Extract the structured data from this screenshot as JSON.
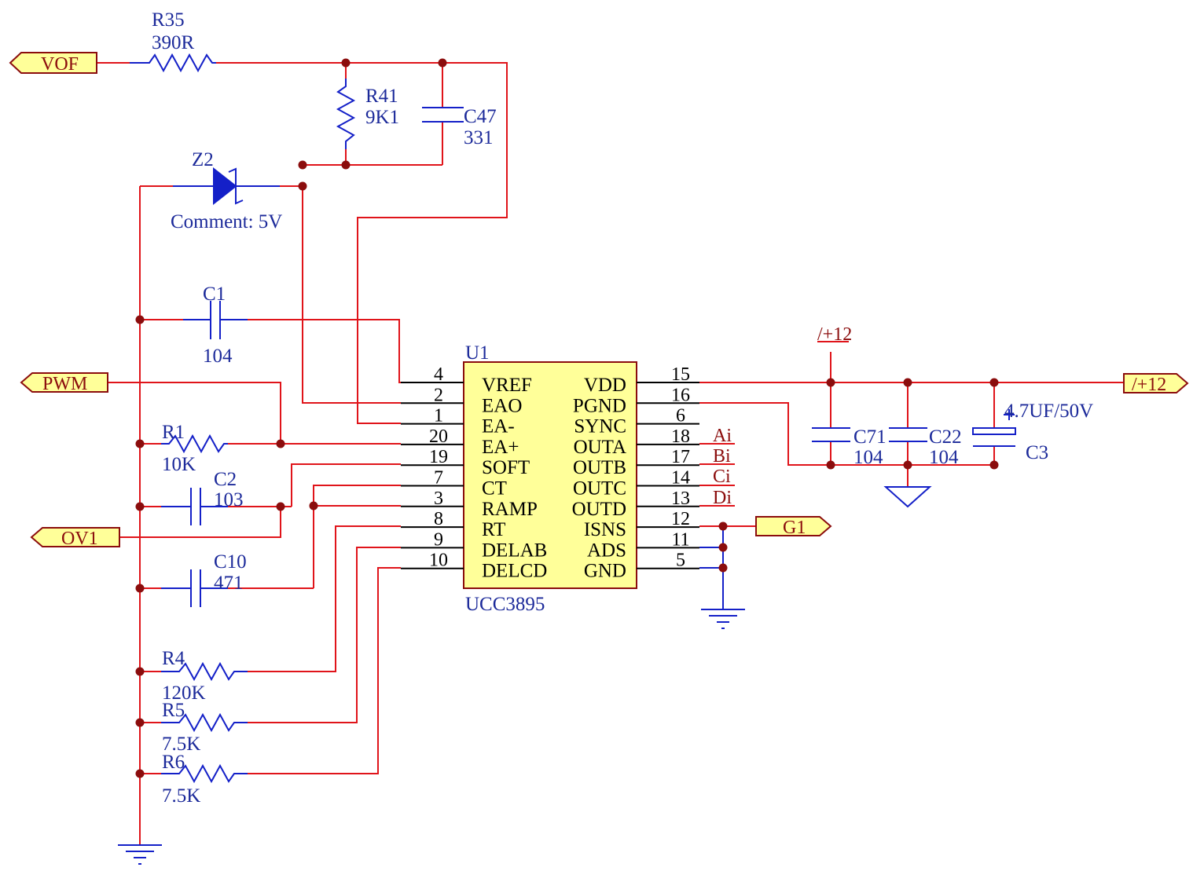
{
  "chip": {
    "designator": "U1",
    "part": "UCC3895",
    "left_pins": [
      {
        "num": "4",
        "name": "VREF"
      },
      {
        "num": "2",
        "name": "EAO"
      },
      {
        "num": "1",
        "name": "EA-"
      },
      {
        "num": "20",
        "name": "EA+"
      },
      {
        "num": "19",
        "name": "SOFT"
      },
      {
        "num": "7",
        "name": "CT"
      },
      {
        "num": "3",
        "name": "RAMP"
      },
      {
        "num": "8",
        "name": "RT"
      },
      {
        "num": "9",
        "name": "DELAB"
      },
      {
        "num": "10",
        "name": "DELCD"
      }
    ],
    "right_pins": [
      {
        "num": "15",
        "name": "VDD"
      },
      {
        "num": "16",
        "name": "PGND"
      },
      {
        "num": "6",
        "name": "SYNC"
      },
      {
        "num": "18",
        "name": "OUTA"
      },
      {
        "num": "17",
        "name": "OUTB"
      },
      {
        "num": "14",
        "name": "OUTC"
      },
      {
        "num": "13",
        "name": "OUTD"
      },
      {
        "num": "12",
        "name": "ISNS"
      },
      {
        "num": "11",
        "name": "ADS"
      },
      {
        "num": "5",
        "name": "GND"
      }
    ]
  },
  "components": {
    "r35": {
      "ref": "R35",
      "value": "390R"
    },
    "r41": {
      "ref": "R41",
      "value": "9K1"
    },
    "c47": {
      "ref": "C47",
      "value": "331"
    },
    "z2": {
      "ref": "Z2",
      "comment": "Comment: 5V"
    },
    "c1": {
      "ref": "C1",
      "value": "104"
    },
    "r1": {
      "ref": "R1",
      "value": "10K"
    },
    "c2": {
      "ref": "C2",
      "value": "103"
    },
    "c10": {
      "ref": "C10",
      "value": "471"
    },
    "r4": {
      "ref": "R4",
      "value": "120K"
    },
    "r5": {
      "ref": "R5",
      "value": "7.5K"
    },
    "r6": {
      "ref": "R6",
      "value": "7.5K"
    },
    "c71": {
      "ref": "C71",
      "value": "104"
    },
    "c22": {
      "ref": "C22",
      "value": "104"
    },
    "c3": {
      "ref": "C3",
      "value": "4.7UF/50V"
    }
  },
  "ports": {
    "vof": "VOF",
    "pwm": "PWM",
    "ov1": "OV1",
    "g1": "G1",
    "p12_out": "/+12"
  },
  "net_labels": {
    "p12_top": "/+12",
    "ai": "Ai",
    "bi": "Bi",
    "ci": "Ci",
    "di": "Di"
  },
  "colors": {
    "wire": "#e0141a",
    "component": "#1420c8",
    "junction": "#8b0d0d",
    "chip_fill": "#ffff99"
  }
}
